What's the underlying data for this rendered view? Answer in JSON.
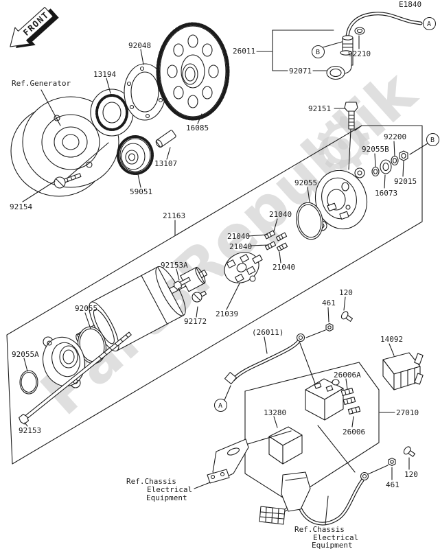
{
  "diagram": {
    "code": "E1840",
    "front_label": "FRONT",
    "watermark_text": "PartsRepublik",
    "view_a": "A",
    "view_b": "B",
    "ref_generator": "Ref.Generator",
    "ref_chassis": [
      "Ref.Chassis",
      "Electrical",
      "Equipment"
    ],
    "line_color": "#1b1b1b",
    "watermark_color": "#c6c6c6"
  },
  "parts": {
    "p13107": "13107",
    "p13194": "13194",
    "p13280": "13280",
    "p14092": "14092",
    "p16073": "16073",
    "p16085": "16085",
    "p21039": "21039",
    "p21040": "21040",
    "p21163": "21163",
    "p26006": "26006",
    "p26006a": "26006A",
    "p26011": "26011",
    "p26011_ref": "(26011)",
    "p27010": "27010",
    "p461": "461",
    "p120": "120",
    "p59051": "59051",
    "p92015": "92015",
    "p92048": "92048",
    "p92055": "92055",
    "p92055a": "92055A",
    "p92055b": "92055B",
    "p92071": "92071",
    "p92151": "92151",
    "p92153": "92153",
    "p92153a": "92153A",
    "p92154": "92154",
    "p92172": "92172",
    "p92200": "92200",
    "p92210": "92210"
  }
}
